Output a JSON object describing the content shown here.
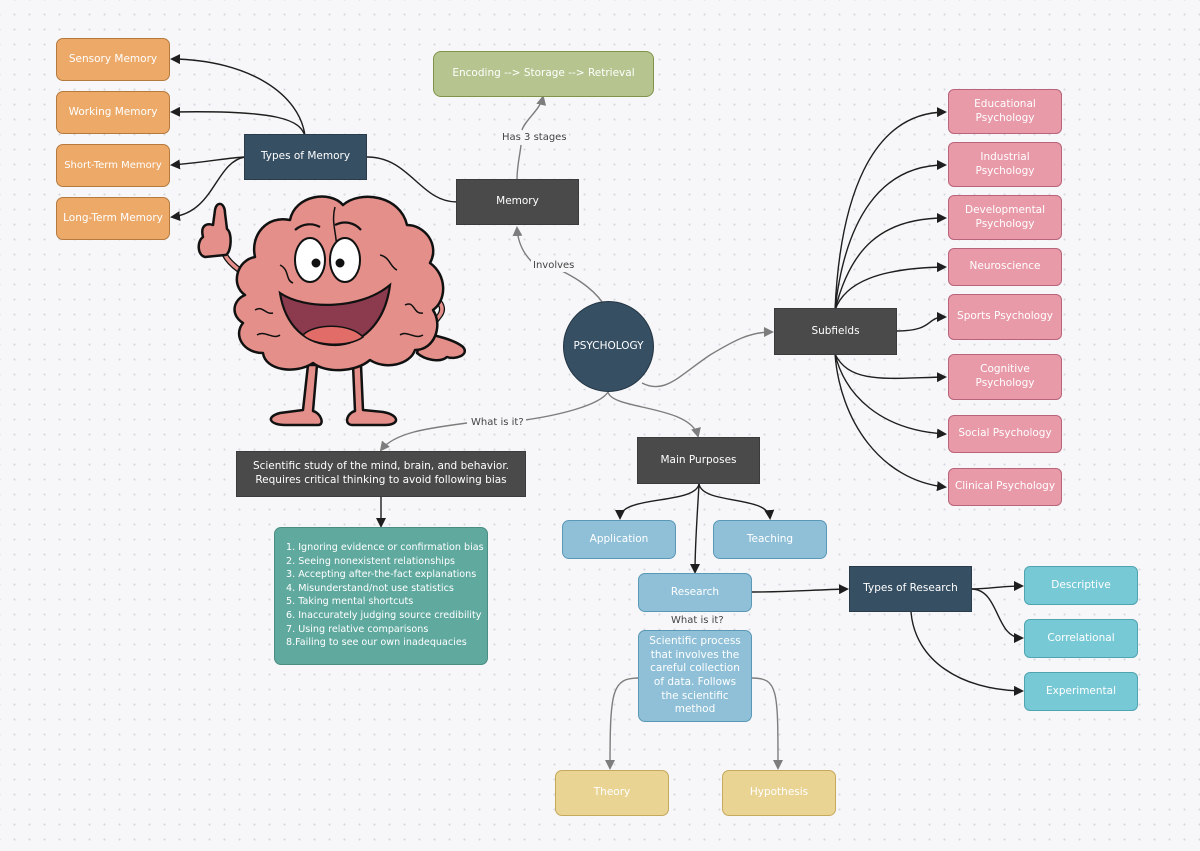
{
  "diagram": {
    "center": "PSYCHOLOGY",
    "memory": {
      "label": "Memory",
      "edge_involves": "Involves",
      "edge_stages": "Has 3 stages",
      "stages": "Encoding --> Storage --> Retrieval",
      "types_label": "Types of Memory",
      "types": [
        "Sensory Memory",
        "Working Memory",
        "Short-Term Memory",
        "Long-Term Memory"
      ]
    },
    "definition": {
      "edge_label": "What is it?",
      "line1": "Scientific study of the mind, brain, and behavior.",
      "line2": "Requires critical thinking to avoid following bias",
      "biases": [
        "1. Ignoring evidence or confirmation bias",
        "2. Seeing nonexistent relationships",
        "3. Accepting after-the-fact explanations",
        "4. Misunderstand/not use statistics",
        "5. Taking mental shortcuts",
        "6. Inaccurately judging source credibility",
        "7. Using relative comparisons",
        "8.Failing to see our own inadequacies"
      ]
    },
    "subfields": {
      "label": "Subfields",
      "items": [
        "Educational Psychology",
        "Industrial Psychology",
        "Developmental Psychology",
        "Neuroscience",
        "Sports Psychology",
        "Cognitive Psychology",
        "Social Psychology",
        "Clinical Psychology"
      ]
    },
    "purposes": {
      "label": "Main Purposes",
      "application": "Application",
      "teaching": "Teaching",
      "research": "Research",
      "research_edge": "What is it?",
      "research_def": "Scientific process that involves the careful collection of data. Follows the scientific method",
      "theory": "Theory",
      "hypothesis": "Hypothesis",
      "types_label": "Types of Research",
      "types": [
        "Descriptive",
        "Correlational",
        "Experimental"
      ]
    }
  },
  "illustration": {
    "description": "cartoon-brain-thumbs-up",
    "colors": {
      "skin": "#e58f8a",
      "mouth": "#8c3b4f",
      "tongue": "#e16c68"
    }
  }
}
